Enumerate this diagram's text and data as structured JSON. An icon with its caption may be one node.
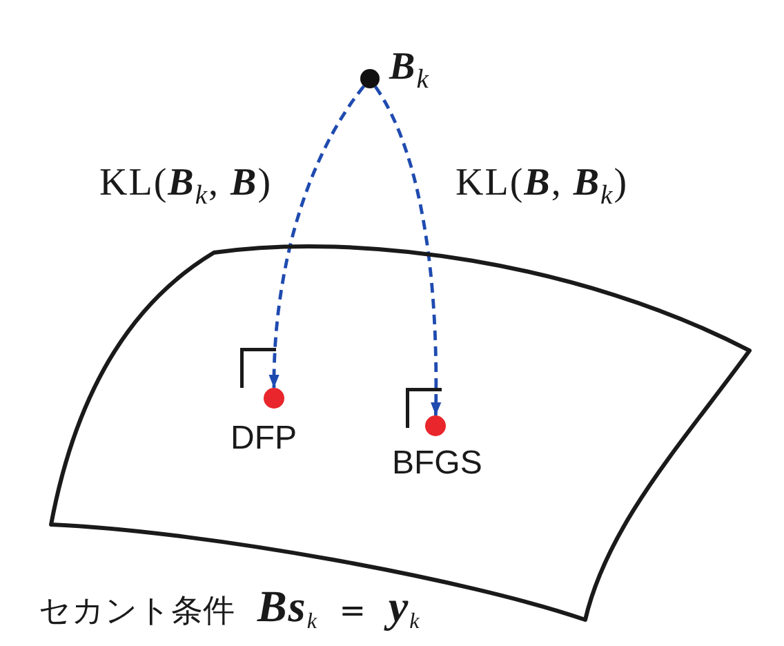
{
  "diagram": {
    "nodes": [
      {
        "text": [],
        "shape": "circle",
        "beside": [
          "**B**$_{k}$"
        ]
      },
      {
        "text": [],
        "shape": "surface",
        "beside": [
          "セカント条件 **Bs**$_{k}$ = **y**$_{k}$"
        ]
      },
      {
        "text": [],
        "shape": "circle",
        "in": 1,
        "beside": [
          "DFP"
        ]
      },
      {
        "text": [],
        "shape": "circle",
        "in": 1,
        "beside": [
          "BFGS"
        ]
      }
    ],
    "edges": [
      {
        "from": 0,
        "to": 2,
        "arrow": "to",
        "style": "dashed",
        "label": "KL(**B**$_{k}$, **B**)"
      },
      {
        "from": 0,
        "to": 3,
        "arrow": "to",
        "style": "dashed",
        "label": "KL(**B**, **B**$_{k}$)"
      }
    ]
  }
}
